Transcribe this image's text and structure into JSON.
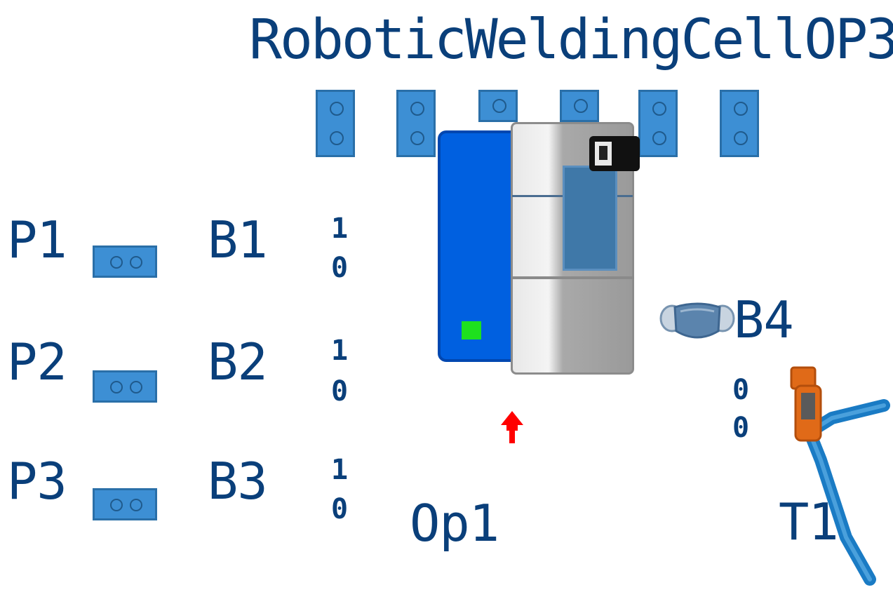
{
  "title": "RoboticWeldingCellOP3",
  "parts": [
    {
      "label": "P1"
    },
    {
      "label": "P2"
    },
    {
      "label": "P3"
    }
  ],
  "buffers": [
    {
      "label": "B1",
      "pin_high": "1",
      "pin_low": "0"
    },
    {
      "label": "B2",
      "pin_high": "1",
      "pin_low": "0"
    },
    {
      "label": "B3",
      "pin_high": "1",
      "pin_low": "0"
    }
  ],
  "buffer_b4": {
    "label": "B4",
    "pin_top": "0",
    "pin_bottom": "0"
  },
  "operator": {
    "label": "Op1"
  },
  "transporter": {
    "label": "T1"
  },
  "colors": {
    "label_text": "#0a3f7a",
    "slot_blue": "#3d8fd4",
    "machine_blue": "#0060e0",
    "status_led": "#1ee01e",
    "operator_marker": "#ff0000",
    "robot_arm": "#1a7bc4",
    "robot_gripper": "#e06a18"
  },
  "icons": {
    "machine": "welding-machine-icon",
    "mask": "face-mask-icon",
    "operator": "person-marker-icon",
    "robot": "robot-arm-icon"
  }
}
